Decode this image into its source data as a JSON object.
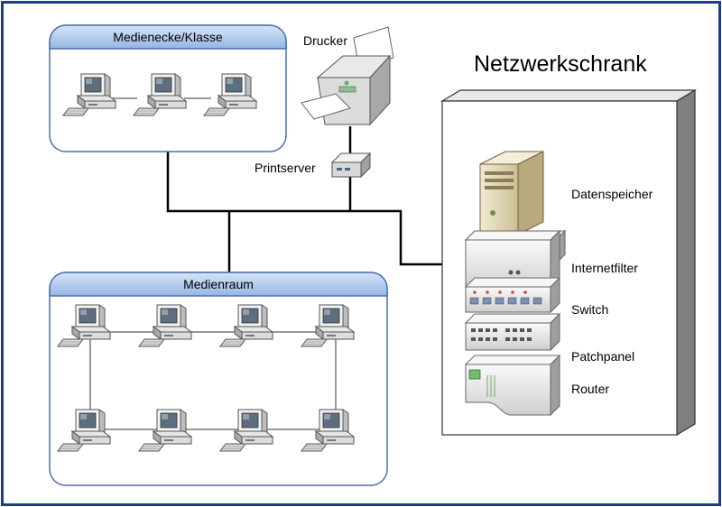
{
  "diagram": {
    "groups": {
      "medienecke": "Medienecke/Klasse",
      "medienraum": "Medienraum"
    },
    "devices": {
      "printer": "Drucker",
      "printserver": "Printserver"
    },
    "cabinet": {
      "title": "Netzwerkschrank",
      "items": {
        "storage": "Datenspeicher",
        "filter": "Internetfilter",
        "switch": "Switch",
        "patch": "Patchpanel",
        "router": "Router"
      }
    },
    "colors": {
      "frame": "#1d3d8f",
      "group_header": "#a9c6ec",
      "group_border": "#4d6fb0",
      "cable": "#000000"
    }
  }
}
